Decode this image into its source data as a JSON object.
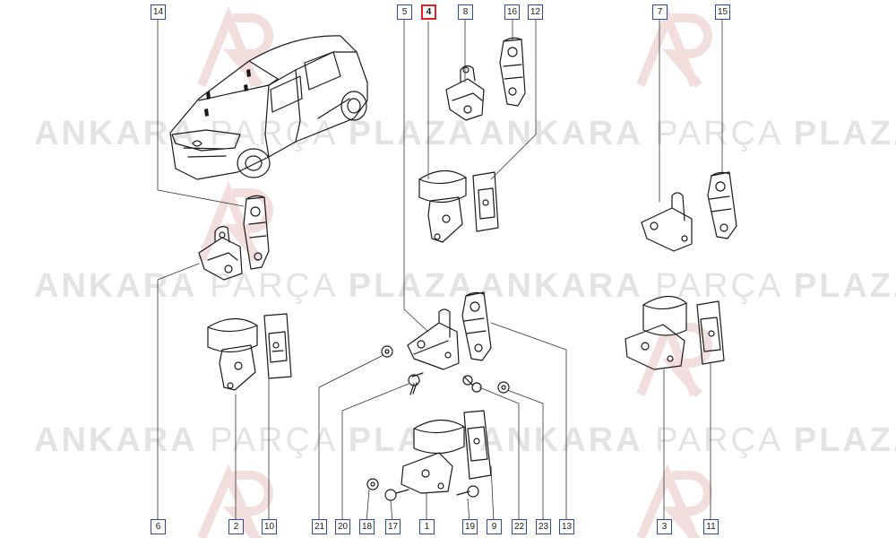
{
  "watermark": {
    "word1": "ANKARA",
    "word2": "PARÇA",
    "word3": "PLAZA"
  },
  "callouts": {
    "c14": "14",
    "c5": "5",
    "c4": "4",
    "c8": "8",
    "c16": "16",
    "c12": "12",
    "c7": "7",
    "c15": "15",
    "c6": "6",
    "c2": "2",
    "c10": "10",
    "c21": "21",
    "c20": "20",
    "c18": "18",
    "c17": "17",
    "c1": "1",
    "c19": "19",
    "c9": "9",
    "c22": "22",
    "c23": "23",
    "c13": "13",
    "c3": "3",
    "c11": "11"
  },
  "highlight": {
    "callout": "4",
    "color": "#e02020"
  },
  "colors": {
    "callout_border": "#2a4aa8",
    "line": "#1a1a1a",
    "watermark": "#e3e3e3",
    "logo": "#f2d6d6"
  }
}
